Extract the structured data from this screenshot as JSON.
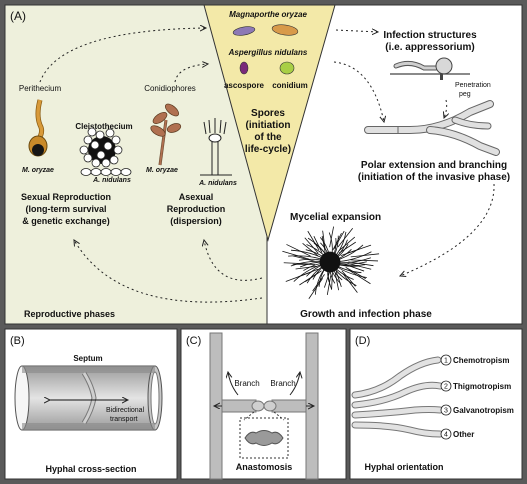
{
  "panels": {
    "a": {
      "letter": "(A)",
      "spores_title": "Spores",
      "spores_sub1": "(initiation",
      "spores_sub2": "of the",
      "spores_sub3": "life-cycle)",
      "magnaporthe": "Magnaporthe oryzae",
      "aspergillus": "Aspergillus nidulans",
      "ascospore": "ascospore",
      "conidium": "conidium",
      "infection_1": "Infection structures",
      "infection_2": "(i.e. appressorium)",
      "penetration_1": "Penetration",
      "penetration_2": "peg",
      "polar_1": "Polar extension and branching",
      "polar_2": "(initiation of the invasive phase)",
      "mycelial": "Mycelial expansion",
      "growth_phase": "Growth and infection phase",
      "reproductive_phases": "Reproductive phases",
      "perithecium": "Perithecium",
      "cleistothecium": "Cleistothecium",
      "conidiophores": "Conidiophores",
      "m_oryzae": "M. oryzae",
      "a_nidulans": "A. nidulans",
      "sexual_1": "Sexual Reproduction",
      "sexual_2": "(long-term survival",
      "sexual_3": "& genetic exchange)",
      "asexual_1": "Asexual",
      "asexual_2": "Reproduction",
      "asexual_3": "(dispersion)"
    },
    "b": {
      "letter": "(B)",
      "septum": "Septum",
      "bidirectional_1": "Bidirectional",
      "bidirectional_2": "transport",
      "caption": "Hyphal cross-section"
    },
    "c": {
      "letter": "(C)",
      "branch": "Branch",
      "caption": "Anastomosis"
    },
    "d": {
      "letter": "(D)",
      "items": [
        {
          "num": "1",
          "label": "Chemotropism"
        },
        {
          "num": "2",
          "label": "Thigmotropism"
        },
        {
          "num": "3",
          "label": "Galvanotropism"
        },
        {
          "num": "4",
          "label": "Other"
        }
      ],
      "caption": "Hyphal orientation"
    }
  },
  "colors": {
    "frame": "#5a5a5a",
    "panel_a_bg": "#eef0dc",
    "spore_funnel": "#f3e9a8",
    "panel_bg": "#ffffff",
    "hypha_gray": "#bdbdbd",
    "perithecium_orange": "#c88a2a",
    "conidium_green": "#a9cf45",
    "ascospore_purple": "#7a2a7a",
    "conidia_brown": "#b07050",
    "spore_lilac": "#8d79b5"
  }
}
